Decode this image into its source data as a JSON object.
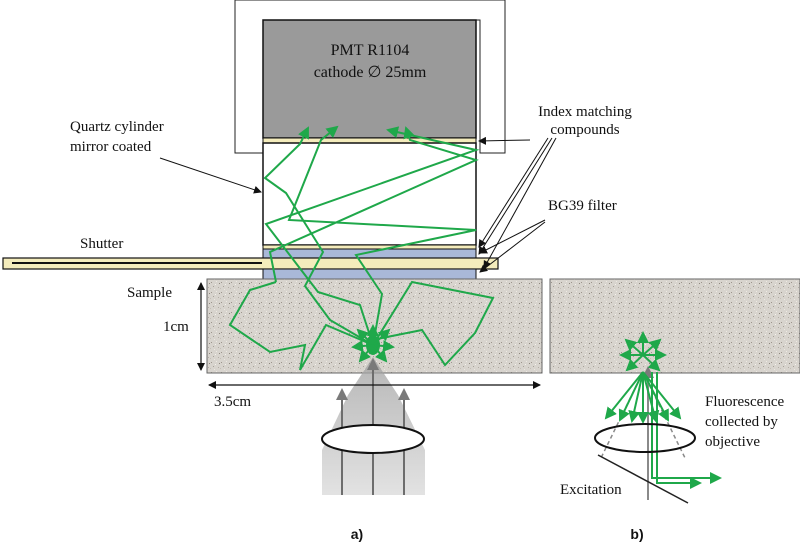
{
  "labels": {
    "pmt_line1": "PMT R1104",
    "pmt_line2": "cathode ∅ 25mm",
    "index_line1": "Index matching",
    "index_line2": "compounds",
    "quartz_line1": "Quartz cylinder",
    "quartz_line2": "mirror coated",
    "bg39": "BG39 filter",
    "shutter": "Shutter",
    "sample": "Sample",
    "dim_height": "1cm",
    "dim_width": "3.5cm",
    "fluor_line1": "Fluorescence",
    "fluor_line2": "collected by",
    "fluor_line3": "objective",
    "excitation": "Excitation",
    "panel_a": "a)",
    "panel_b": "b)"
  },
  "colors": {
    "pmt_fill": "#9a9a9a",
    "ray_green": "#1fa84a",
    "filter_blue": "#a9b8d8",
    "shutter_yellow": "#f4ecbc",
    "sample_fill": "#d6d2cc",
    "beam_gray": "#b8b8b8"
  }
}
